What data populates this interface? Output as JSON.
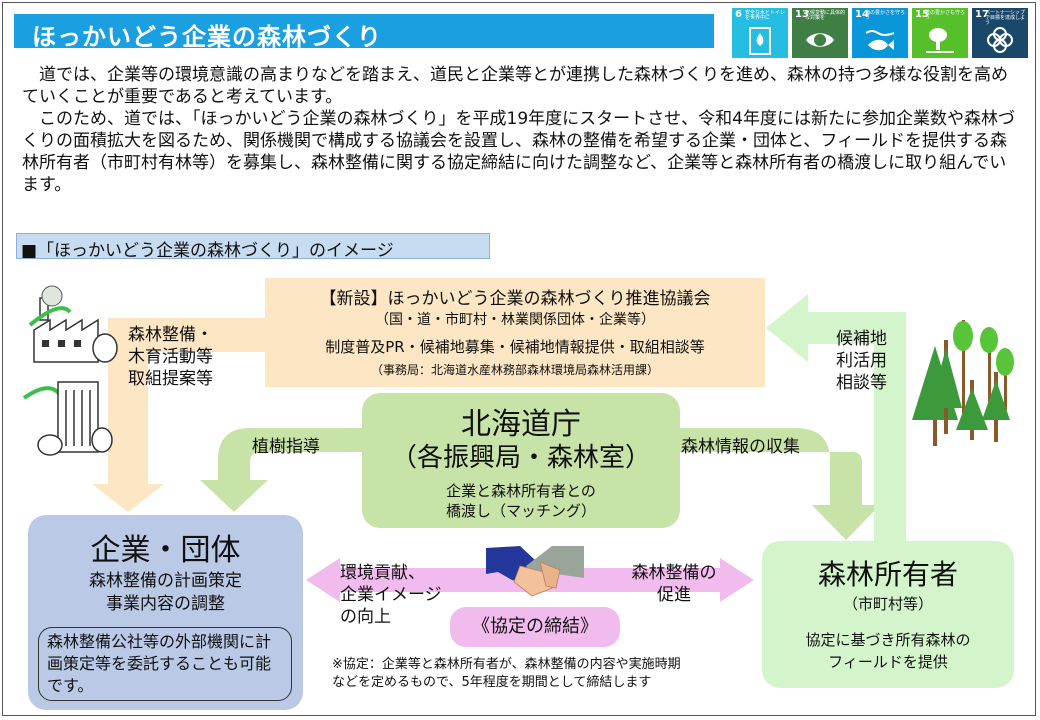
{
  "title": "ほっかいどう企業の森林づくり",
  "sdgs": [
    {
      "number": "6",
      "caption": "安全な水とトイレを世界中に",
      "color": "#26bde2",
      "icon": "water-drop-icon"
    },
    {
      "number": "13",
      "caption": "気候変動に具体的な対策を",
      "color": "#3f7e44",
      "icon": "eye-globe-icon"
    },
    {
      "number": "14",
      "caption": "海の豊かさを守ろう",
      "color": "#0a97d9",
      "icon": "fish-icon"
    },
    {
      "number": "15",
      "caption": "陸の豊かさも守ろう",
      "color": "#56c02b",
      "icon": "tree-icon"
    },
    {
      "number": "17",
      "caption": "パートナーシップで目標を達成しよう",
      "color": "#19486a",
      "icon": "flower-rings-icon"
    }
  ],
  "intro": {
    "p1": "道では、企業等の環境意識の高まりなどを踏まえ、道民と企業等とが連携した森林づくりを進め、森林の持つ多様な役割を高めていくことが重要であると考えています。",
    "p2": "このため、道では、「ほっかいどう企業の森林づくり」を平成19年度にスタートさせ、令和4年度には新たに参加企業数や森林づくりの面積拡大を図るため、関係機関で構成する協議会を設置し、森林の整備を希望する企業・団体と、フィールドを提供する森林所有者（市町村有林等）を募集し、森林整備に関する協定締結に向けた調整など、企業等と森林所有者の橋渡しに取り組んでいます。"
  },
  "section_label": "■「ほっかいどう企業の森林づくり」のイメージ",
  "council": {
    "title": "【新設】ほっかいどう企業の森林づくり推進協議会",
    "members": "（国・道・市町村・林業関係団体・企業等）",
    "activities": "制度普及PR・候補地募集・候補地情報提供・取組相談等",
    "secretariat": "（事務局：北海道水産林務部森林環境局森林活用課）"
  },
  "government": {
    "name": "北海道庁",
    "sub": "（各振興局・森林室）",
    "desc1": "企業と森林所有者との",
    "desc2": "橋渡し（マッチング）"
  },
  "company": {
    "name": "企業・団体",
    "desc1": "森林整備の計画策定",
    "desc2": "事業内容の調整",
    "note": "森林整備公社等の外部機関に計画策定等を委託することも可能です。"
  },
  "owner": {
    "name": "森林所有者",
    "sub": "（市町村等）",
    "desc1": "協定に基づき所有森林の",
    "desc2": "フィールドを提供"
  },
  "labels": {
    "proposal_1": "森林整備・",
    "proposal_2": "木育活動等",
    "proposal_3": "取組提案等",
    "planting": "植樹指導",
    "forest_info": "森林情報の収集",
    "candidate_1": "候補地",
    "candidate_2": "利活用",
    "candidate_3": "相談等",
    "contribution_1": "環境貢献、",
    "contribution_2": "企業イメージ",
    "contribution_3": "の向上",
    "promotion_1": "森林整備の",
    "promotion_2": "促進"
  },
  "agreement": "《協定の締結》",
  "footnote_1": "※協定：企業等と森林所有者が、森林整備の内容や実施時期",
  "footnote_2": "などを定めるもので、5年程度を期間として締結します"
}
